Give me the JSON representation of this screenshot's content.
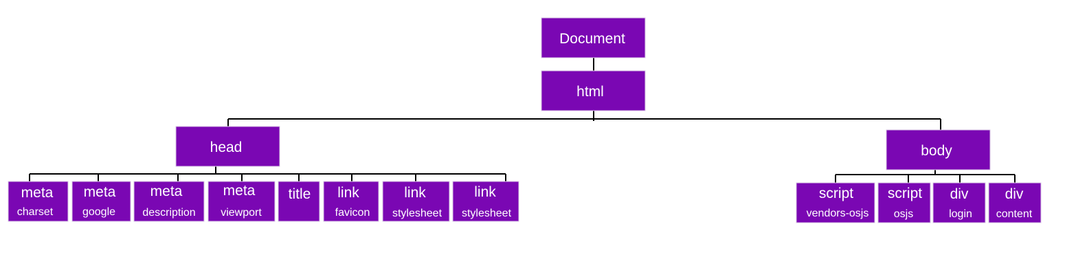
{
  "diagram": {
    "colors": {
      "node_fill": "#7a07b3",
      "node_text": "#ffffff",
      "connector": "#000000",
      "background": "#ffffff"
    },
    "nodes": {
      "document": {
        "label": "Document"
      },
      "html": {
        "label": "html"
      },
      "head": {
        "label": "head"
      },
      "body": {
        "label": "body"
      },
      "meta_charset": {
        "label": "meta",
        "sublabel": "charset"
      },
      "meta_google": {
        "label": "meta",
        "sublabel": "google"
      },
      "meta_description": {
        "label": "meta",
        "sublabel": "description"
      },
      "meta_viewport": {
        "label": "meta",
        "sublabel": "viewport"
      },
      "title": {
        "label": "title"
      },
      "link_favicon": {
        "label": "link",
        "sublabel": "favicon"
      },
      "link_stylesheet_1": {
        "label": "link",
        "sublabel": "stylesheet"
      },
      "link_stylesheet_2": {
        "label": "link",
        "sublabel": "stylesheet"
      },
      "script_vendors": {
        "label": "script",
        "sublabel": "vendors-osjs"
      },
      "script_osjs": {
        "label": "script",
        "sublabel": "osjs"
      },
      "div_login": {
        "label": "div",
        "sublabel": "login"
      },
      "div_content": {
        "label": "div",
        "sublabel": "content"
      }
    }
  }
}
